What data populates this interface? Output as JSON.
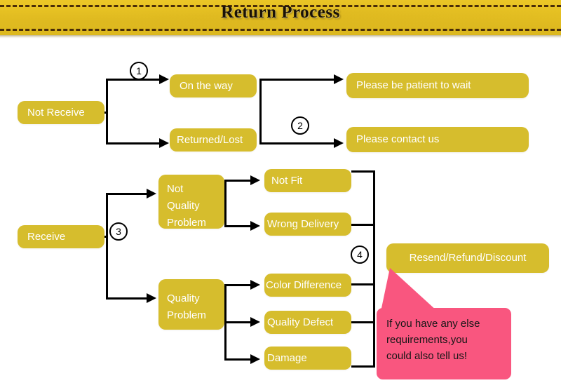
{
  "header": {
    "title": "Return Process",
    "banner_color": "#e5c022",
    "dash_color": "#4a2d08"
  },
  "theme": {
    "node_fill": "#d6bd2d",
    "node_text": "#ffffff",
    "line_color": "#000000",
    "callout_fill": "#f9567f",
    "callout_text": "#161616",
    "page_background": "#ffffff"
  },
  "diagram": {
    "type": "flowchart",
    "start_nodes": [
      {
        "id": "not-receive",
        "label": "Not Receive"
      },
      {
        "id": "receive",
        "label": "Receive"
      }
    ],
    "step_markers": [
      {
        "id": "step-1",
        "label": "1"
      },
      {
        "id": "step-2",
        "label": "2"
      },
      {
        "id": "step-3",
        "label": "3"
      },
      {
        "id": "step-4",
        "label": "4"
      }
    ],
    "branches": {
      "not_receive": [
        {
          "id": "on-the-way",
          "label": "On the way",
          "outcome": {
            "id": "please-wait",
            "label": "Please be patient to wait"
          }
        },
        {
          "id": "returned-lost",
          "label": "Returned/Lost",
          "outcome": {
            "id": "please-contact",
            "label": "Please contact us"
          }
        }
      ],
      "receive": [
        {
          "id": "not-quality-problem",
          "label": "Not Quality Problem",
          "children": [
            {
              "id": "not-fit",
              "label": "Not Fit"
            },
            {
              "id": "wrong-delivery",
              "label": "Wrong Delivery"
            }
          ]
        },
        {
          "id": "quality-problem",
          "label": "Quality Problem",
          "children": [
            {
              "id": "color-difference",
              "label": "Color Difference"
            },
            {
              "id": "quality-defect",
              "label": "Quality Defect"
            },
            {
              "id": "damage",
              "label": "Damage"
            }
          ]
        }
      ]
    },
    "resolution": {
      "id": "resend-refund-discount",
      "label": "Resend/Refund/Discount"
    }
  },
  "callout": {
    "line1": "If you have any else",
    "line2": "requirements,you",
    "line3": "could also tell us!"
  }
}
